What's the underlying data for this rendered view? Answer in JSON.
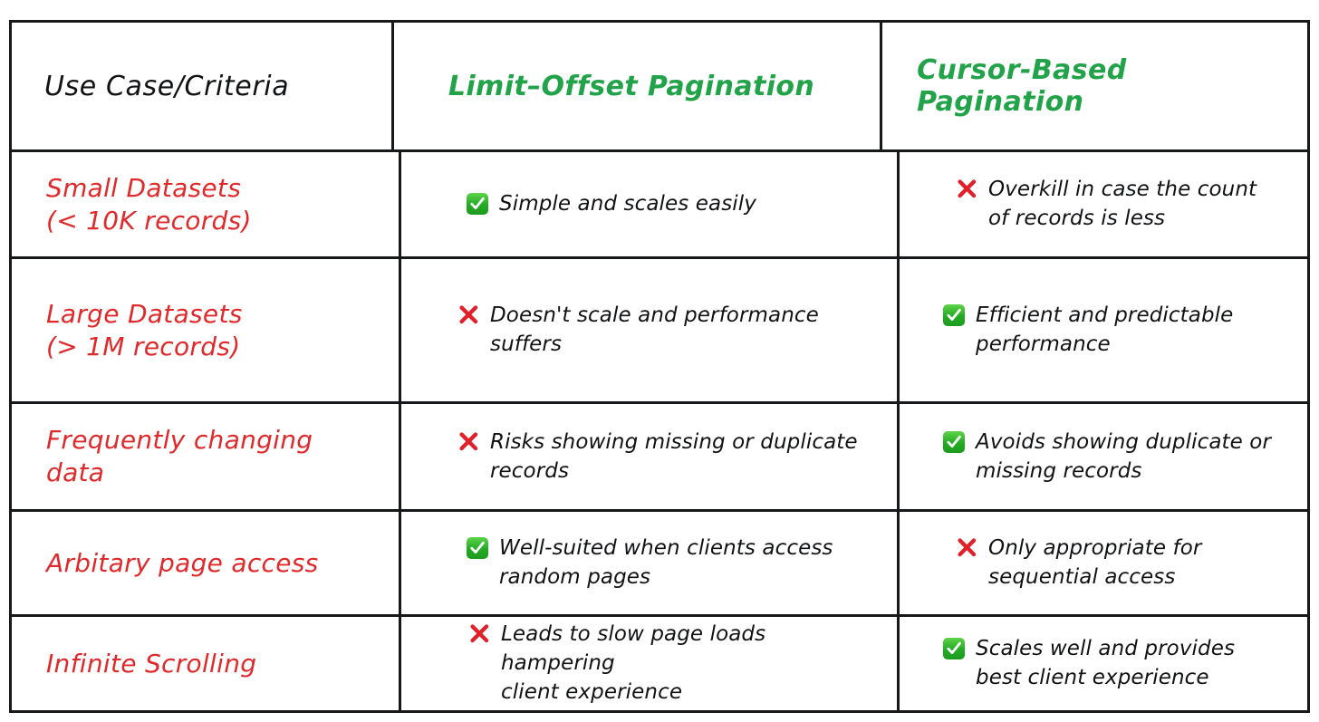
{
  "table": {
    "columns": [
      {
        "id": "criteria",
        "label": "Use Case/Criteria",
        "color": "#111214"
      },
      {
        "id": "limit_offset",
        "label": "Limit–Offset Pagination",
        "color": "#22a34a"
      },
      {
        "id": "cursor_based",
        "label": "Cursor-Based Pagination",
        "color": "#22a34a"
      }
    ],
    "criteria_color": "#e0292b",
    "border_color": "#17181a",
    "check_icon_color": "#2ab233",
    "cross_icon_color": "#e0212a",
    "rows": [
      {
        "criteria": "Small Datasets\n(< 10K records)",
        "limit_offset": {
          "icon": "check-mark-button-icon",
          "verdict": "positive",
          "text": "Simple and scales easily"
        },
        "cursor_based": {
          "icon": "cross-mark-icon",
          "verdict": "negative",
          "text": "Overkill in case the count\nof records is less"
        }
      },
      {
        "criteria": "Large Datasets\n(> 1M records)",
        "limit_offset": {
          "icon": "cross-mark-icon",
          "verdict": "negative",
          "text": "Doesn't scale and performance\nsuffers"
        },
        "cursor_based": {
          "icon": "check-mark-button-icon",
          "verdict": "positive",
          "text": "Efficient and predictable\nperformance"
        }
      },
      {
        "criteria": "Frequently changing\ndata",
        "limit_offset": {
          "icon": "cross-mark-icon",
          "verdict": "negative",
          "text": "Risks showing missing or duplicate\nrecords"
        },
        "cursor_based": {
          "icon": "check-mark-button-icon",
          "verdict": "positive",
          "text": "Avoids showing duplicate or\nmissing records"
        }
      },
      {
        "criteria": "Arbitary page access",
        "limit_offset": {
          "icon": "check-mark-button-icon",
          "verdict": "positive",
          "text": "Well-suited when clients access\nrandom pages"
        },
        "cursor_based": {
          "icon": "cross-mark-icon",
          "verdict": "negative",
          "text": "Only appropriate for\nsequential access"
        }
      },
      {
        "criteria": "Infinite Scrolling",
        "limit_offset": {
          "icon": "cross-mark-icon",
          "verdict": "negative",
          "text": "Leads to slow page loads hampering\nclient experience"
        },
        "cursor_based": {
          "icon": "check-mark-button-icon",
          "verdict": "positive",
          "text": "Scales well and provides\nbest client experience"
        }
      }
    ]
  }
}
